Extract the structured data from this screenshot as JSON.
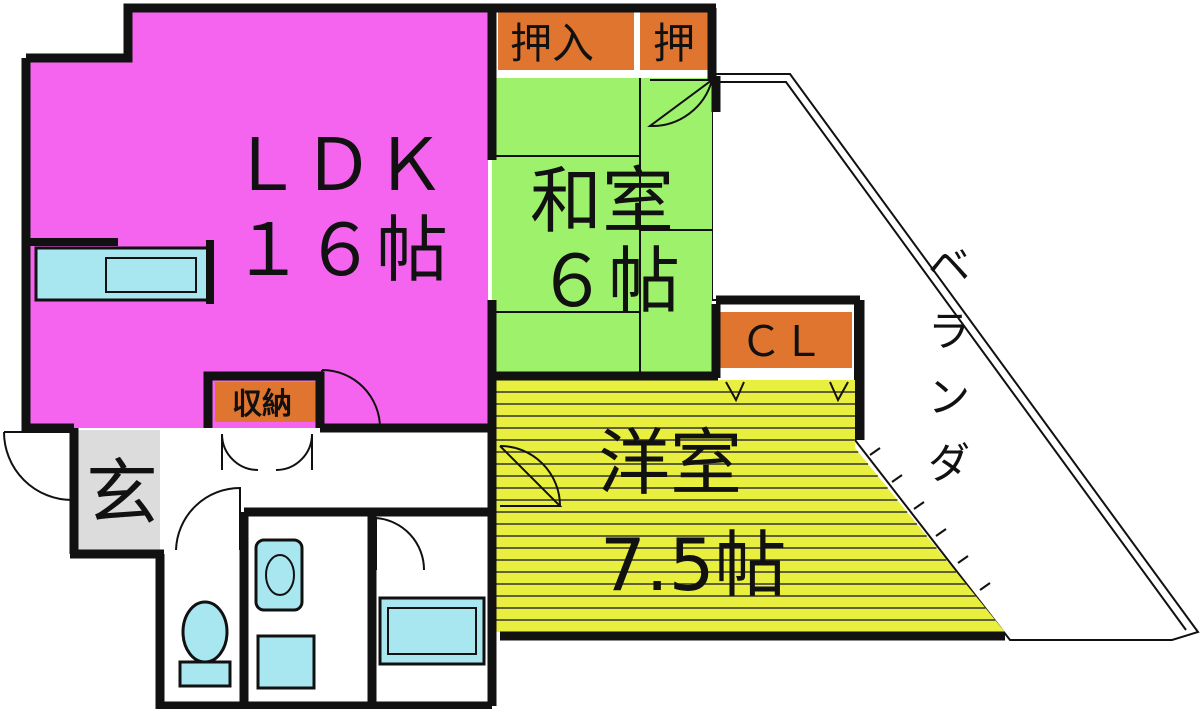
{
  "colors": {
    "ldk": "#f564ee",
    "washitsu": "#9ef16b",
    "yoshitsu": "#e8ef3e",
    "storage": "#e07530",
    "entrance": "#dcdcdc",
    "fixture": "#a8e6f0",
    "wall": "#111111",
    "background": "#ffffff"
  },
  "rooms": {
    "ldk": {
      "name": "ＬＤＫ",
      "size": "１６帖"
    },
    "washitsu": {
      "name": "和室",
      "size": "６帖"
    },
    "yoshitsu": {
      "name": "洋室",
      "size": "7.5帖"
    },
    "balcony": {
      "name": "ベランダ"
    },
    "entrance": {
      "name": "玄"
    },
    "closet_cl": {
      "name": "ＣＬ"
    },
    "oshiire": {
      "name": "押入"
    },
    "oshi": {
      "name": "押"
    },
    "shuno": {
      "name": "収納"
    }
  }
}
